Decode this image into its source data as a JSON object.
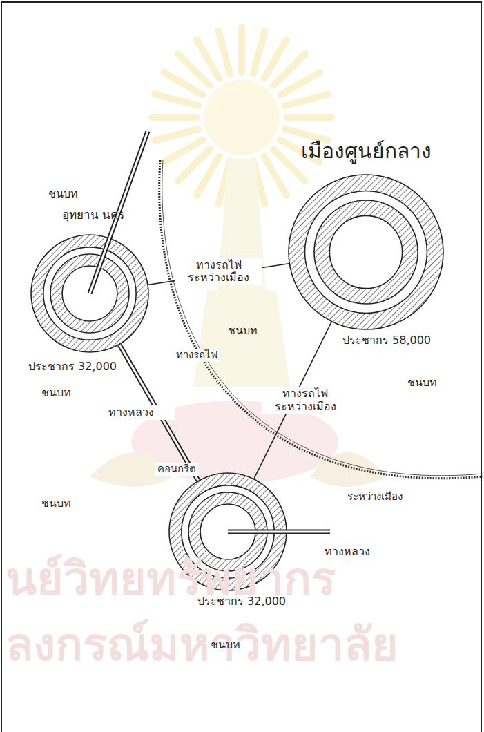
{
  "diagram": {
    "nodes": [
      {
        "text": [
          "อุทยาน นคร",
          "ประชากร 32,000"
        ]
      },
      {
        "text": [
          "เมืองศูนย์กลาง",
          "ประชากร 58,000"
        ]
      },
      {
        "text": [
          "ประชากร 32,000"
        ]
      }
    ],
    "edges": [
      {
        "from": 0,
        "to": 1,
        "arrow": "none",
        "label": "ทางรถไฟ ระหว่างเมือง"
      },
      {
        "from": 2,
        "to": 1,
        "arrow": "none",
        "label": "ทางรถไฟ ระหว่างเมือง"
      },
      {
        "from": 0,
        "to": 2,
        "arrow": "none",
        "label": "ทางหลวง"
      }
    ],
    "labels": [
      "ชนบท",
      "ชนบท",
      "ชนบท",
      "ชนบท",
      "ชนบท",
      "ชนบท",
      "ทางรถไฟ",
      "ระหว่างเมือง",
      "คอนกรีต",
      "ทางหลวง",
      "นย์วิทยทรัพยากร",
      "ลงกรณ์มหาวิทยาลัย"
    ]
  }
}
